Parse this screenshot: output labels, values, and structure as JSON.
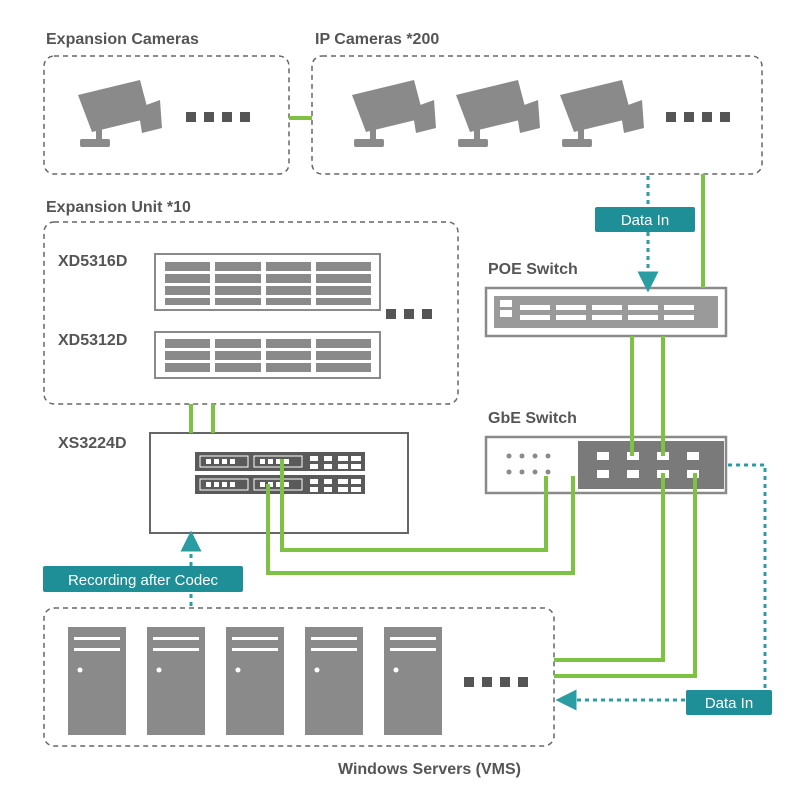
{
  "labels": {
    "expansion_cameras": "Expansion Cameras",
    "ip_cameras": "IP Cameras *200",
    "expansion_unit": "Expansion Unit *10",
    "xd5316d": "XD5316D",
    "xd5312d": "XD5312D",
    "xs3224d": "XS3224D",
    "poe_switch": "POE Switch",
    "gbe_switch": "GbE Switch",
    "windows_servers": "Windows Servers (VMS)"
  },
  "tags": {
    "data_in_top": "Data In",
    "data_in_bottom": "Data In",
    "recording": "Recording after Codec"
  },
  "colors": {
    "green_link": "#7dc242",
    "teal_tag": "#1e8f96",
    "teal_dotted": "#2a9da3",
    "device_gray": "#8a8a8a",
    "dashed_border": "#666666"
  },
  "icons": {
    "camera": "cctv-camera-icon",
    "server": "server-tower-icon",
    "ellipsis": "ellipsis-dots-icon"
  }
}
